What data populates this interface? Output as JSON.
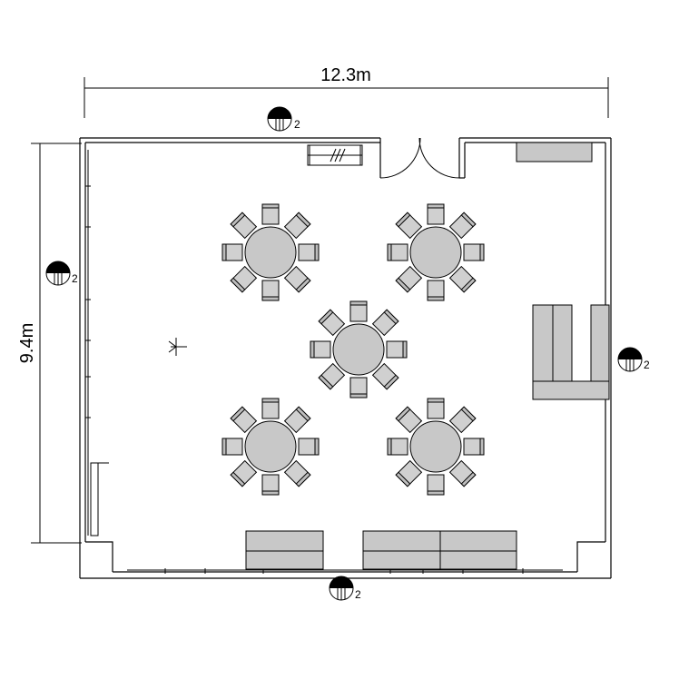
{
  "dimensions": {
    "width_label": "12.3m",
    "height_label": "9.4m"
  },
  "elevation_markers": [
    {
      "label": "2",
      "side": "top"
    },
    {
      "label": "2",
      "side": "left"
    },
    {
      "label": "2",
      "side": "right"
    },
    {
      "label": "2",
      "side": "bottom"
    }
  ],
  "colors": {
    "line": "#000000",
    "furniture_fill": "#c8c8c8",
    "chair_fill": "#d0d0d0",
    "wall": "#000000"
  },
  "furniture": {
    "round_tables": 5,
    "chairs_per_table": 8
  }
}
